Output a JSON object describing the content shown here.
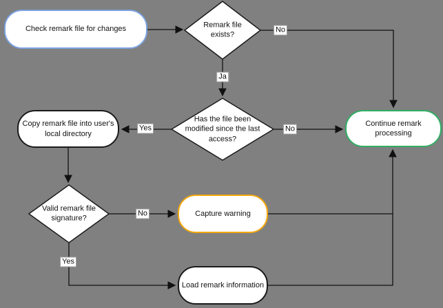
{
  "colors": {
    "background": "#808080",
    "node_fill": "#FFFFFF",
    "edge": "#000000",
    "check_border": "#7BA3E0",
    "continue_border": "#2FAE63",
    "warning_border": "#F5A80C",
    "default_border": "#1A1A1A"
  },
  "nodes": {
    "check": {
      "label": "Check remark file for changes"
    },
    "exists": {
      "label": "Remark file exists?"
    },
    "modified": {
      "label": "Has the file been modified since the last access?"
    },
    "copy": {
      "label": "Copy remark file into user's local directory"
    },
    "signature": {
      "label": "Valid remark file signature?"
    },
    "warning": {
      "label": "Capture warning"
    },
    "load": {
      "label": "Load remark information"
    },
    "continue": {
      "label": "Continue remark processing"
    }
  },
  "edge_labels": {
    "exists_no": "No",
    "exists_yes": "Ja",
    "modified_yes": "Yes",
    "modified_no": "No",
    "signature_no": "No",
    "signature_yes": "Yes"
  }
}
